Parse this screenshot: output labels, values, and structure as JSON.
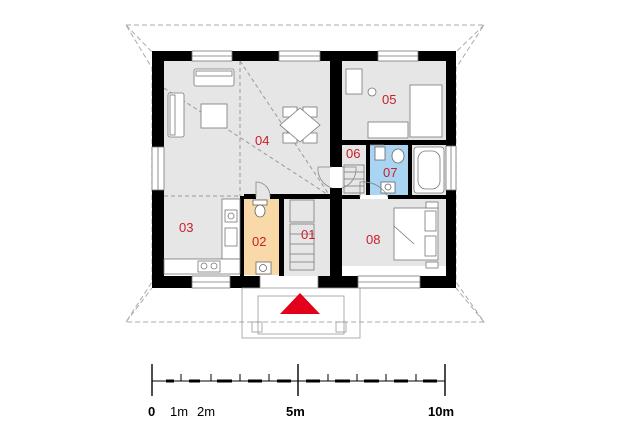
{
  "rooms": [
    {
      "id": "r01",
      "label": "01"
    },
    {
      "id": "r02",
      "label": "02"
    },
    {
      "id": "r03",
      "label": "03"
    },
    {
      "id": "r04",
      "label": "04"
    },
    {
      "id": "r05",
      "label": "05"
    },
    {
      "id": "r06",
      "label": "06"
    },
    {
      "id": "r07",
      "label": "07"
    },
    {
      "id": "r08",
      "label": "08"
    }
  ],
  "colors": {
    "wall": "#000000",
    "floor": "#e6e6e6",
    "wc_floor": "#f9d9a8",
    "bath_floor": "#a9d4f2",
    "label": "#c8202a",
    "entry_arrow": "#e2001a"
  },
  "icons": [
    "entry-arrow-icon",
    "sofa-icon",
    "dining-table-icon",
    "bed-icon",
    "bathtub-icon",
    "toilet-icon",
    "sink-icon",
    "kitchen-counter-icon",
    "stairs-icon"
  ],
  "scale": {
    "ticks": [
      {
        "label": "0",
        "bold": true
      },
      {
        "label": "1m",
        "bold": false
      },
      {
        "label": "2m",
        "bold": false
      },
      {
        "label": "5m",
        "bold": true
      },
      {
        "label": "10m",
        "bold": true
      }
    ]
  }
}
